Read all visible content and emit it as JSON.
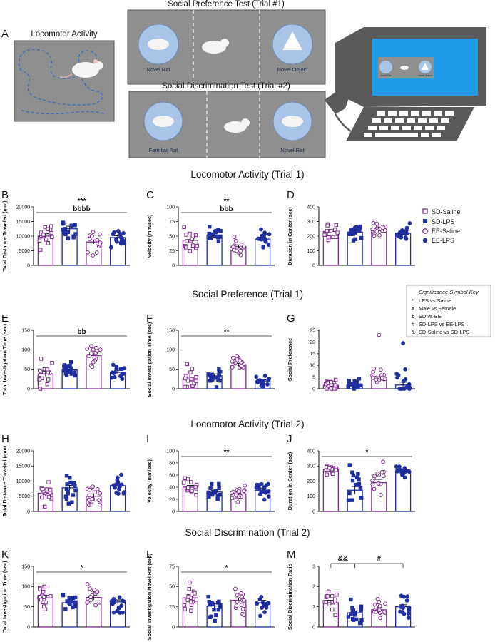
{
  "figure_label": "A",
  "illustration": {
    "locomotor_title": "Locomotor Activity",
    "social_pref_title": "Social Preference Test (Trial #1)",
    "social_disc_title": "Social Discrimination Test (Trial #2)",
    "pref_left_label": "Novel Rat",
    "pref_right_label": "Novel Object",
    "disc_left_label": "Familiar Rat",
    "disc_right_label": "Novel Rat",
    "monitor_left_label": "Novel Rat",
    "monitor_right_label": "Novel Object",
    "colors": {
      "arena": "#8c8c8c",
      "arena_dark": "#7a7a7a",
      "circle": "#a8c4e6",
      "monitor_screen": "#1f9be8",
      "monitor_body": "#5a5a5a",
      "path": "#3a6fc0"
    }
  },
  "section_titles": {
    "s1": "Locomotor Activity (Trial 1)",
    "s2": "Social Preference (Trial 1)",
    "s3": "Locomotor Activity (Trial 2)",
    "s4": "Social Discrimination (Trial 2)"
  },
  "legend": {
    "groups": [
      {
        "name": "SD-Saline",
        "marker": "open-square",
        "color": "#7b2a8c"
      },
      {
        "name": "SD-LPS",
        "marker": "filled-square",
        "color": "#1f2f9e"
      },
      {
        "name": "EE-Saline",
        "marker": "open-circle",
        "color": "#7b2a8c"
      },
      {
        "name": "EE-LPS",
        "marker": "filled-circle",
        "color": "#1f2f9e"
      }
    ]
  },
  "significance_key": {
    "title": "Significance Symbol Key",
    "items": [
      {
        "symbol": "*",
        "text": "LPS vs Saline"
      },
      {
        "symbol": "a",
        "text": "Male vs Female"
      },
      {
        "symbol": "b",
        "text": "SD vs EE"
      },
      {
        "symbol": "#",
        "text": "SD-LPS vs EE-LPS"
      },
      {
        "symbol": "&",
        "text": "SD-Saline vs SD-LPS"
      }
    ]
  },
  "chart_data": [
    {
      "panel": "B",
      "type": "bar",
      "ylabel": "Total Distance Traveled (mm)",
      "ylim": [
        0,
        20000
      ],
      "yticks": [
        "0",
        "5000",
        "10000",
        "15000",
        "20000"
      ],
      "categories": [
        "SD-Saline",
        "SD-LPS",
        "EE-Saline",
        "EE-LPS"
      ],
      "values": [
        10000,
        12500,
        8000,
        9500
      ],
      "sem": [
        800,
        900,
        700,
        600
      ],
      "annotations": [
        {
          "text": "***",
          "span": [
            0,
            3
          ]
        },
        {
          "text": "bbbb",
          "span": [
            0,
            3
          ]
        }
      ]
    },
    {
      "panel": "C",
      "type": "bar",
      "ylabel": "Velocity (mm/sec)",
      "ylim": [
        0,
        100
      ],
      "yticks": [
        "0",
        "25",
        "50",
        "75",
        "100"
      ],
      "categories": [
        "SD-Saline",
        "SD-LPS",
        "EE-Saline",
        "EE-LPS"
      ],
      "values": [
        43,
        52,
        32,
        45
      ],
      "sem": [
        4,
        3,
        3,
        3
      ],
      "annotations": [
        {
          "text": "**",
          "span": [
            0,
            3
          ]
        },
        {
          "text": "bbb",
          "span": [
            0,
            3
          ]
        }
      ]
    },
    {
      "panel": "D",
      "type": "bar",
      "ylabel": "Duration in Center (sec)",
      "ylim": [
        0,
        400
      ],
      "yticks": [
        "0",
        "100",
        "200",
        "300",
        "400"
      ],
      "categories": [
        "SD-Saline",
        "SD-LPS",
        "EE-Saline",
        "EE-LPS"
      ],
      "values": [
        232,
        228,
        245,
        220
      ],
      "sem": [
        12,
        10,
        11,
        10
      ],
      "annotations": []
    },
    {
      "panel": "E",
      "type": "bar",
      "ylabel": "Total Investigation Time (sec)",
      "ylim": [
        0,
        150
      ],
      "yticks": [
        "0",
        "50",
        "100",
        "150"
      ],
      "categories": [
        "SD-Saline",
        "SD-LPS",
        "EE-Saline",
        "EE-LPS"
      ],
      "values": [
        38,
        50,
        85,
        42
      ],
      "sem": [
        6,
        6,
        5,
        5
      ],
      "annotations": [
        {
          "text": "bb",
          "span": [
            0,
            3
          ]
        }
      ]
    },
    {
      "panel": "F",
      "type": "bar",
      "ylabel": "Social Investigation Time (sec)",
      "ylim": [
        0,
        150
      ],
      "yticks": [
        "0",
        "50",
        "100",
        "150"
      ],
      "categories": [
        "SD-Saline",
        "SD-LPS",
        "EE-Saline",
        "EE-LPS"
      ],
      "values": [
        25,
        33,
        61,
        20
      ],
      "sem": [
        5,
        5,
        4,
        3
      ],
      "annotations": [
        {
          "text": "**",
          "span": [
            0,
            3
          ]
        }
      ]
    },
    {
      "panel": "G",
      "type": "bar",
      "ylabel": "Social Preference",
      "ylim": [
        0,
        25
      ],
      "yticks": [
        "0",
        "5",
        "10",
        "15",
        "20",
        "25"
      ],
      "categories": [
        "SD-Saline",
        "SD-LPS",
        "EE-Saline",
        "EE-LPS"
      ],
      "values": [
        1.5,
        2.0,
        4.0,
        1.6
      ],
      "sem": [
        0.5,
        0.4,
        1.1,
        1.2
      ],
      "annotations": []
    },
    {
      "panel": "H",
      "type": "bar",
      "ylabel": "Total Distance Traveled (mm)",
      "ylim": [
        0,
        20000
      ],
      "yticks": [
        "0",
        "5000",
        "10000",
        "15000",
        "20000"
      ],
      "categories": [
        "SD-Saline",
        "SD-LPS",
        "EE-Saline",
        "EE-LPS"
      ],
      "values": [
        6000,
        7800,
        5000,
        8500
      ],
      "sem": [
        1100,
        800,
        800,
        700
      ],
      "annotations": []
    },
    {
      "panel": "I",
      "type": "bar",
      "ylabel": "Velocity (mm/sec)",
      "ylim": [
        0,
        100
      ],
      "yticks": [
        "0",
        "20",
        "40",
        "60",
        "80",
        "100"
      ],
      "categories": [
        "SD-Saline",
        "SD-LPS",
        "EE-Saline",
        "EE-LPS"
      ],
      "values": [
        40,
        32,
        29,
        35
      ],
      "sem": [
        3,
        3,
        3,
        3
      ],
      "annotations": [
        {
          "text": "**",
          "span": [
            0,
            3
          ]
        }
      ]
    },
    {
      "panel": "J",
      "type": "bar",
      "ylabel": "Duration in Center (sec)",
      "ylim": [
        0,
        400
      ],
      "yticks": [
        "0",
        "100",
        "200",
        "300",
        "400"
      ],
      "categories": [
        "SD-Saline",
        "SD-LPS",
        "EE-Saline",
        "EE-LPS"
      ],
      "values": [
        275,
        140,
        190,
        258
      ],
      "sem": [
        6,
        25,
        22,
        8
      ],
      "annotations": [
        {
          "text": "*",
          "span": [
            0,
            3
          ]
        }
      ]
    },
    {
      "panel": "K",
      "type": "bar",
      "ylabel": "Total Investigation Time (sec)",
      "ylim": [
        0,
        150
      ],
      "yticks": [
        "0",
        "50",
        "100",
        "150"
      ],
      "categories": [
        "SD-Saline",
        "SD-LPS",
        "EE-Saline",
        "EE-LPS"
      ],
      "values": [
        72,
        60,
        73,
        62
      ],
      "sem": [
        6,
        5,
        6,
        5
      ],
      "annotations": [
        {
          "text": "*",
          "span": [
            0,
            3
          ]
        }
      ]
    },
    {
      "panel": "L",
      "type": "bar",
      "ylabel": "Social Investigation Novel Rat (sec)",
      "ylim": [
        0,
        75
      ],
      "yticks": [
        "0",
        "25",
        "50",
        "75"
      ],
      "categories": [
        "SD-Saline",
        "SD-LPS",
        "EE-Saline",
        "EE-LPS"
      ],
      "values": [
        36,
        26,
        33,
        30
      ],
      "sem": [
        4,
        3,
        3,
        3
      ],
      "annotations": [
        {
          "text": "*",
          "span": [
            0,
            3
          ]
        }
      ]
    },
    {
      "panel": "M",
      "type": "bar",
      "ylabel": "Social Discrimination Ratio",
      "ylim": [
        0,
        3
      ],
      "yticks": [
        "0",
        "1",
        "2",
        "3"
      ],
      "categories": [
        "SD-Saline",
        "SD-LPS",
        "EE-Saline",
        "EE-LPS"
      ],
      "values": [
        1.2,
        0.7,
        0.85,
        1.0
      ],
      "sem": [
        0.12,
        0.1,
        0.1,
        0.1
      ],
      "annotations": [
        {
          "text": "&&",
          "span": [
            0,
            1
          ]
        },
        {
          "text": "#",
          "span": [
            1,
            3
          ]
        }
      ]
    }
  ]
}
